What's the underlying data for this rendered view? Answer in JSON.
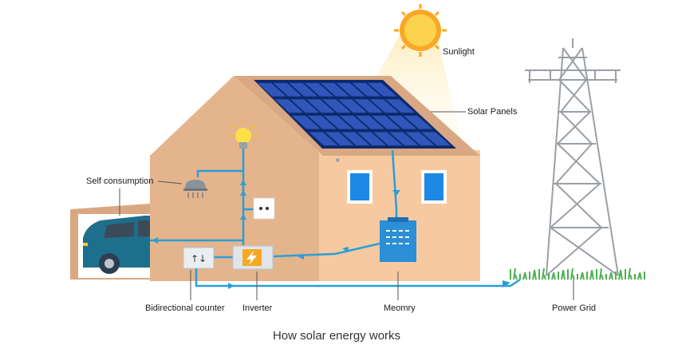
{
  "labels": {
    "sunlight": "Sunlight",
    "solar_panels": "Solar Panels",
    "self_consumption": "Self consumption",
    "bidirectional_counter": "Bidirectional counter",
    "inverter": "Inverter",
    "memory": "Meomry",
    "power_grid": "Power Grid"
  },
  "caption": "How solar energy works",
  "colors": {
    "wall_light": "#f7c9a0",
    "wall_dark": "#e4b48c",
    "roof_side": "#d9a882",
    "panel": "#1a3a8f",
    "wire": "#2a9fd6",
    "car": "#1d6f8c",
    "tower": "#9aa0a6",
    "grass": "#4caf50",
    "sun": "#f7b824"
  }
}
